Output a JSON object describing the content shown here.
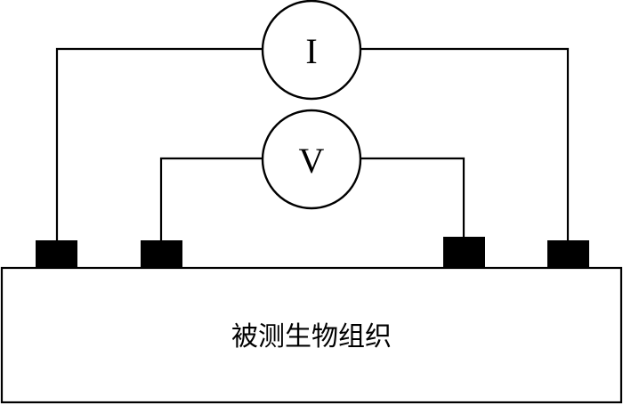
{
  "current_meter": {
    "label": "I"
  },
  "voltage_meter": {
    "label": "V"
  },
  "tissue": {
    "label": "被测生物组织"
  },
  "colors": {
    "stroke": "#000000",
    "electrode_fill": "#000000",
    "background": "#ffffff"
  }
}
